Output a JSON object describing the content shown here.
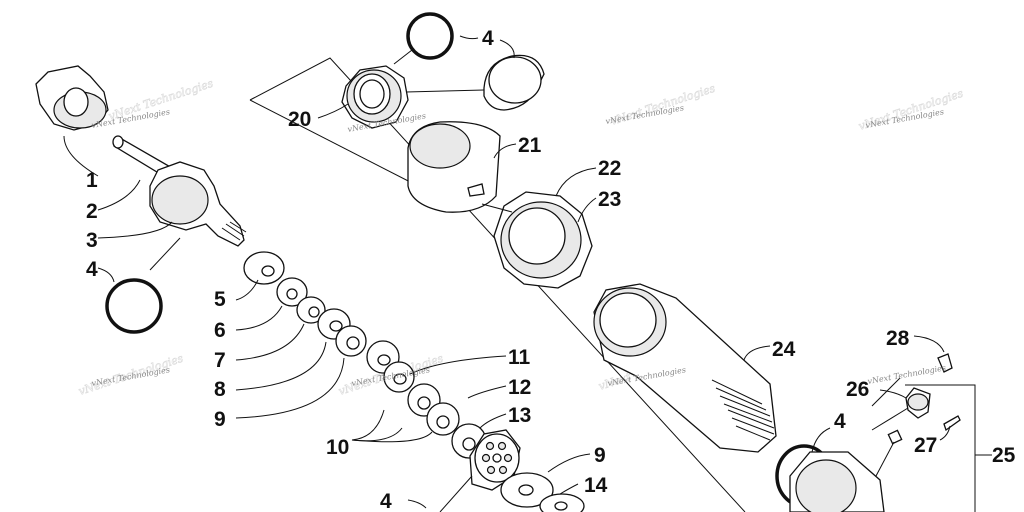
{
  "diagram": {
    "callouts": [
      "1",
      "2",
      "3",
      "4",
      "5",
      "6",
      "7",
      "8",
      "9",
      "20",
      "4",
      "21",
      "22",
      "23",
      "24",
      "11",
      "12",
      "13",
      "10",
      "9",
      "14",
      "4",
      "28",
      "26",
      "4",
      "27",
      "25"
    ],
    "watermark": "vNext Technologies"
  }
}
